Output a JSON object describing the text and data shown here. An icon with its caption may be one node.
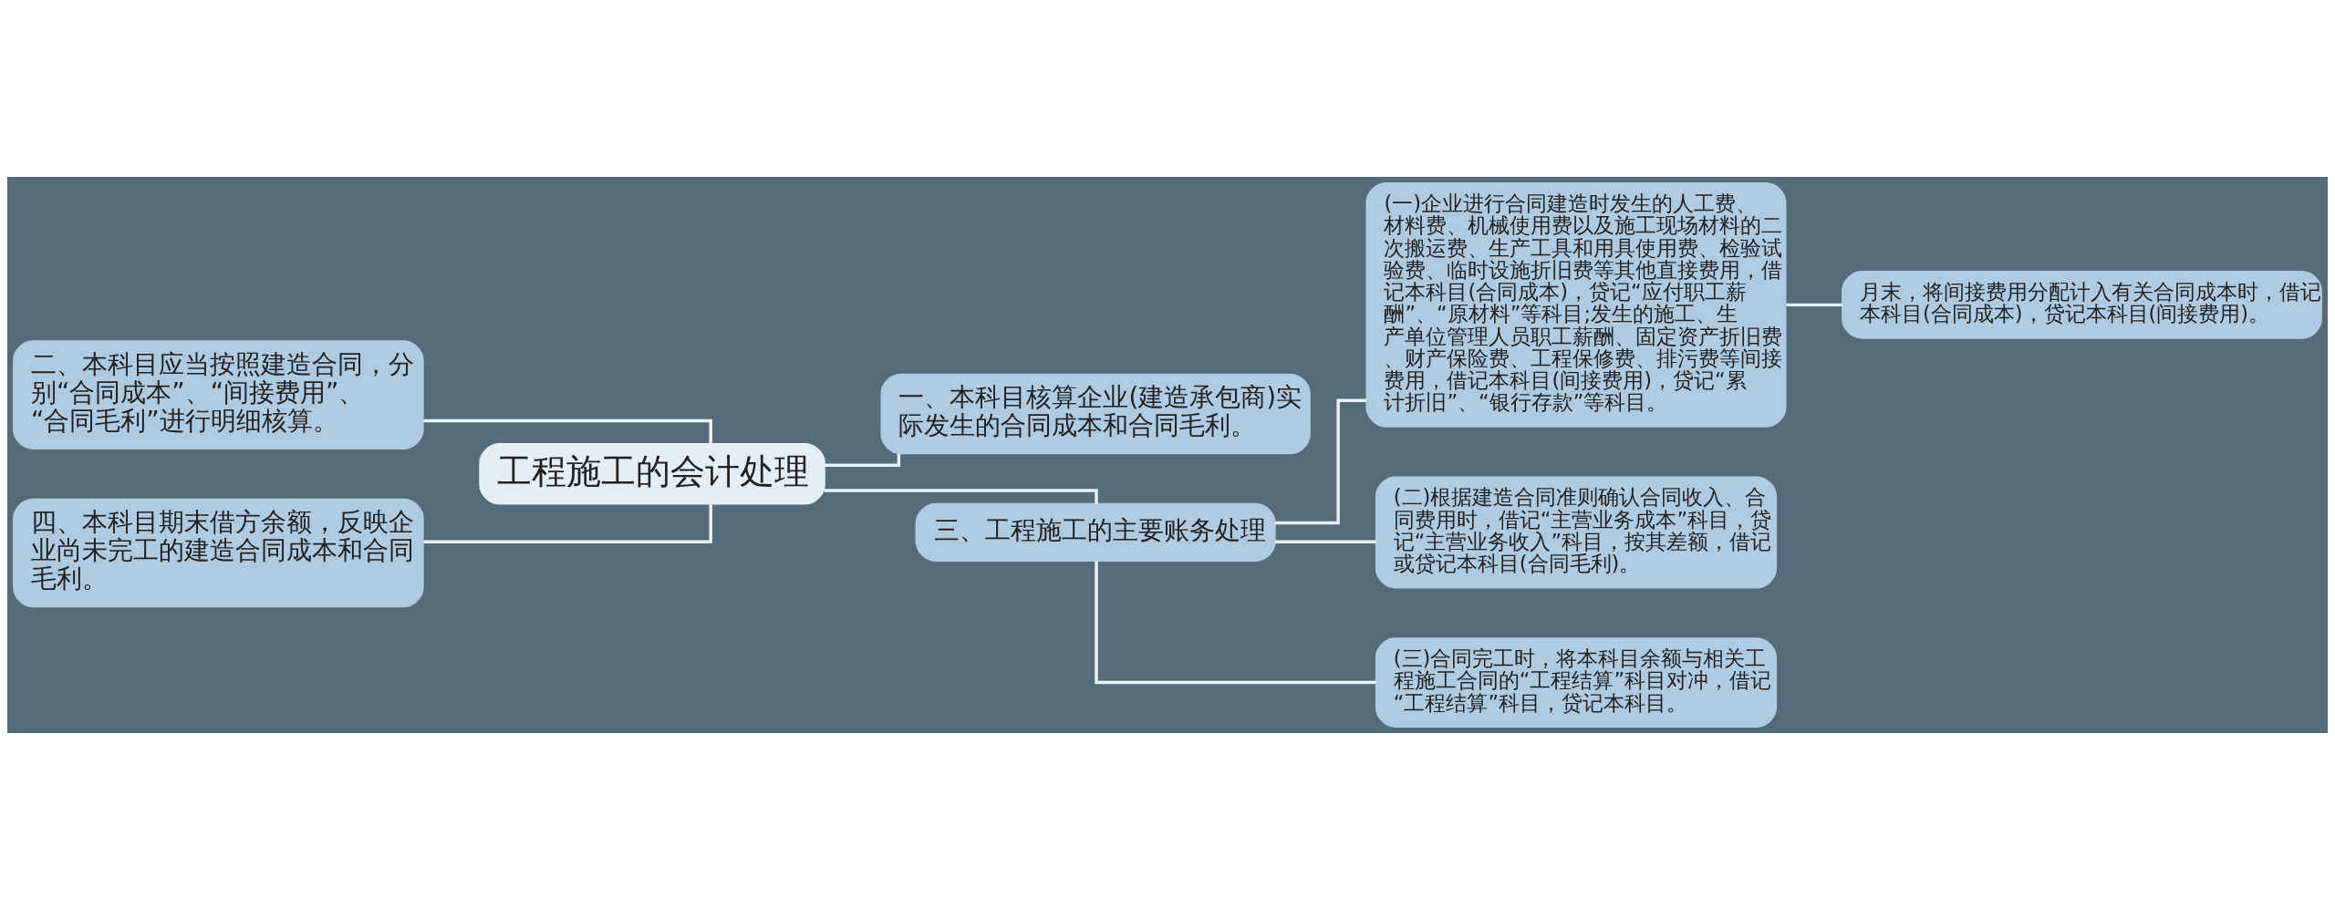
{
  "diagram": {
    "nodes": [
      {
        "text": [
          "工程施工的会计处理"
        ]
      },
      {
        "text": [
          "二、本科目应当按照建造合同，分别“合同成本”、“间接费用”、“合同毛利”进行明细核算。"
        ]
      },
      {
        "text": [
          "四、本科目期末借方余额，反映企业尚未完工的建造合同成本和合同毛利。"
        ]
      },
      {
        "text": [
          "一、本科目核算企业(建造承包商)实际发生的合同成本和合同毛利。"
        ]
      },
      {
        "text": [
          "三、工程施工的主要账务处理"
        ]
      },
      {
        "text": [
          "(一)企业进行合同建造时发生的人工费、材料费、机械使用费以及施工现场材料的二次搬运费、生产工具和用具使用费、检验试验费、临时设施折旧费等其他直接费用，借记本科目(合同成本)，贷记“应付职工薪酬”、“原材料”等科目;发生的施工、生产单位管理人员职工薪酬、固定资产折旧费、财产保险费、工程保修费、排污费等间接费用，借记本科目(间接费用)，贷记“累计折旧”、“银行存款”等科目。"
        ]
      },
      {
        "text": [
          "月末，将间接费用分配计入有关合同成本时，借记本科目(合同成本)，贷记本科目(间接费用)。"
        ]
      },
      {
        "text": [
          "(二)根据建造合同准则确认合同收入、合同费用时，借记“主营业务成本”科目，贷记“主营业务收入”科目，按其差额，借记或贷记本科目(合同毛利)。"
        ]
      },
      {
        "text": [
          "(三)合同完工时，将本科目余额与相关工程施工合同的“工程结算”科目对冲，借记“工程结算”科目，贷记本科目。"
        ]
      }
    ],
    "edges": [
      {
        "from": 0,
        "to": 1,
        "arrow": "none"
      },
      {
        "from": 0,
        "to": 2,
        "arrow": "none"
      },
      {
        "from": 0,
        "to": 3,
        "arrow": "none"
      },
      {
        "from": 0,
        "to": 4,
        "arrow": "none"
      },
      {
        "from": 4,
        "to": 5,
        "arrow": "none"
      },
      {
        "from": 5,
        "to": 6,
        "arrow": "none"
      },
      {
        "from": 4,
        "to": 7,
        "arrow": "none"
      },
      {
        "from": 4,
        "to": 8,
        "arrow": "none"
      }
    ]
  }
}
